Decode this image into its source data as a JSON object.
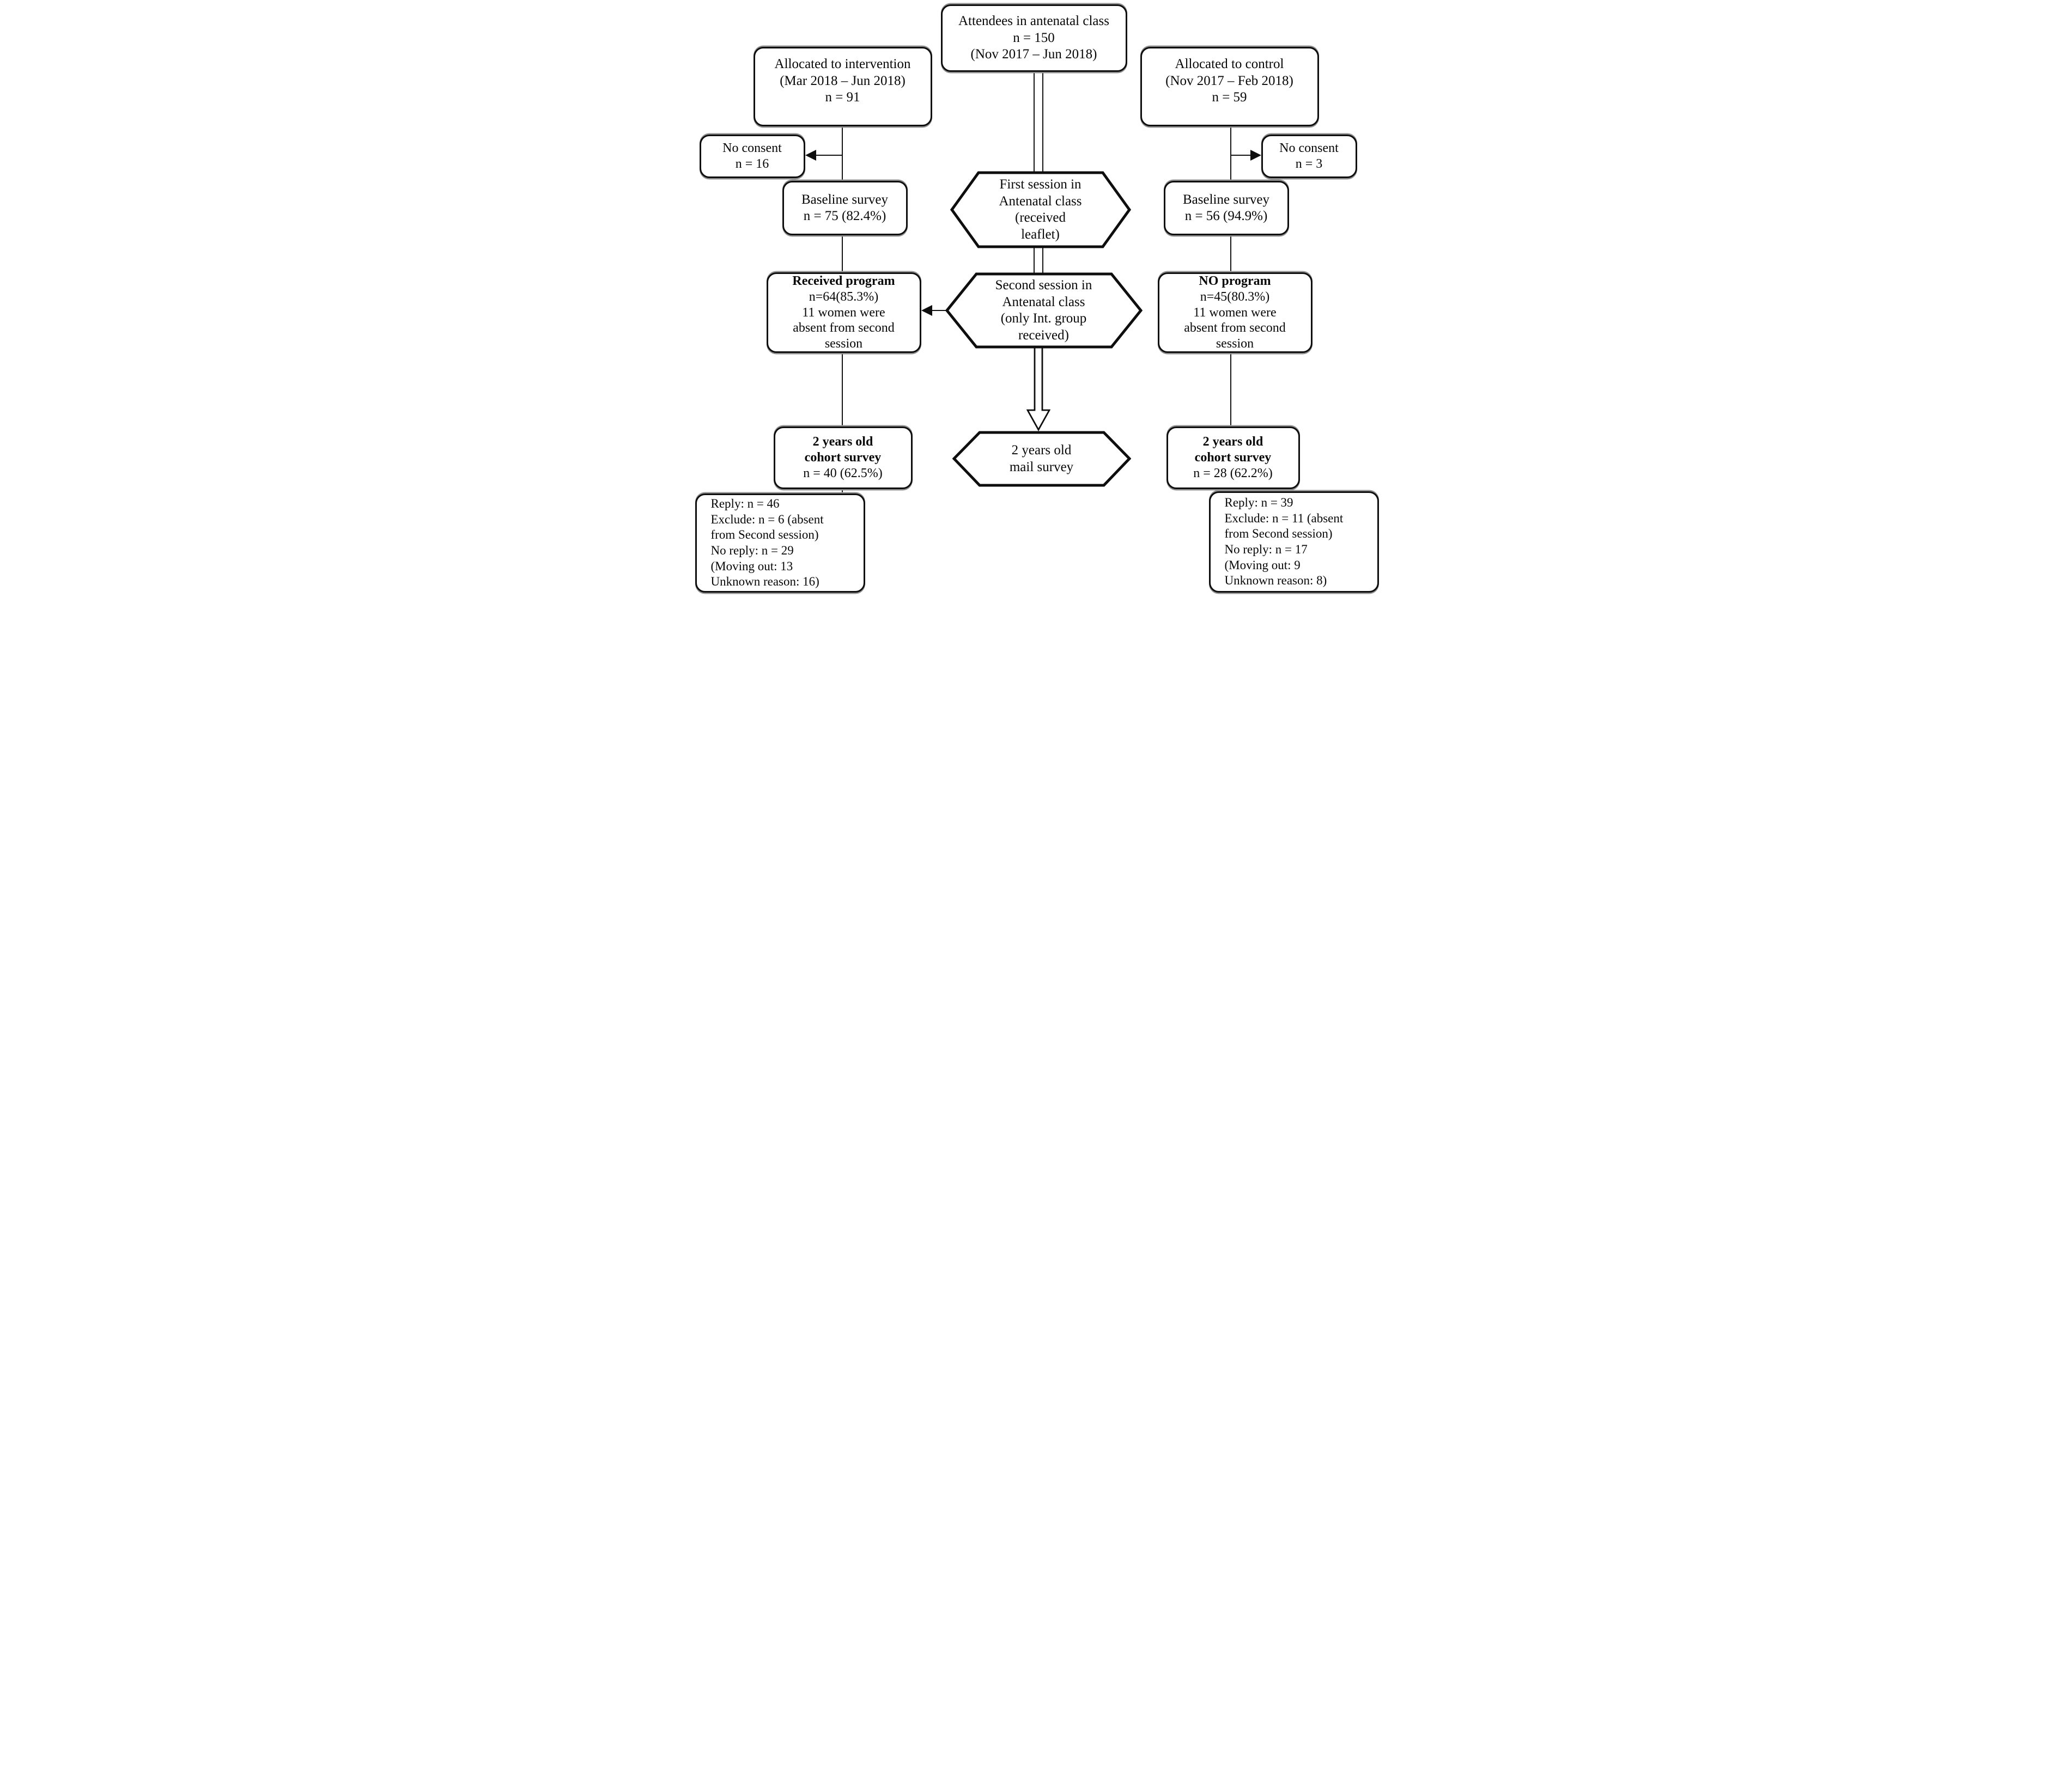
{
  "palette": {
    "ink": "#0e0e0e",
    "paper": "#ffffff"
  },
  "top": {
    "attendees": "Attendees in antenatal class\nn = 150\n(Nov 2017 – Jun 2018)"
  },
  "center": {
    "hex_first_session": "First session in\nAntenatal class\n(received\nleaflet)",
    "hex_second_session": "Second session in\nAntenatal class\n(only Int. group\nreceived)",
    "hex_mail_survey": "2 years old\nmail survey"
  },
  "intervention": {
    "allocated": "Allocated to intervention\n(Mar 2018 – Jun 2018)\nn = 91",
    "no_consent": "No consent\nn = 16",
    "baseline": "Baseline survey\nn = 75 (82.4%)",
    "program_title": "Received program",
    "program_detail": "n=64(85.3%)\n11 women were\nabsent from second\nsession",
    "cohort_title": "2 years old\ncohort survey",
    "cohort_value": "n = 40 (62.5%)",
    "outcome": "Reply: n = 46\nExclude: n = 6 (absent\nfrom Second session)\nNo reply: n = 29\n(Moving out: 13\nUnknown reason: 16)"
  },
  "control": {
    "allocated": "Allocated to control\n(Nov 2017 – Feb 2018)\nn = 59",
    "no_consent": "No consent\nn = 3",
    "baseline": "Baseline survey\nn = 56 (94.9%)",
    "program_title": "NO program",
    "program_detail": "n=45(80.3%)\n11 women were\nabsent from second\nsession",
    "cohort_title": "2 years old\ncohort survey",
    "cohort_value": "n = 28 (62.2%)",
    "outcome": "Reply: n = 39\nExclude: n = 11 (absent\nfrom Second session)\nNo reply: n = 17\n(Moving out: 9\nUnknown reason: 8)"
  }
}
